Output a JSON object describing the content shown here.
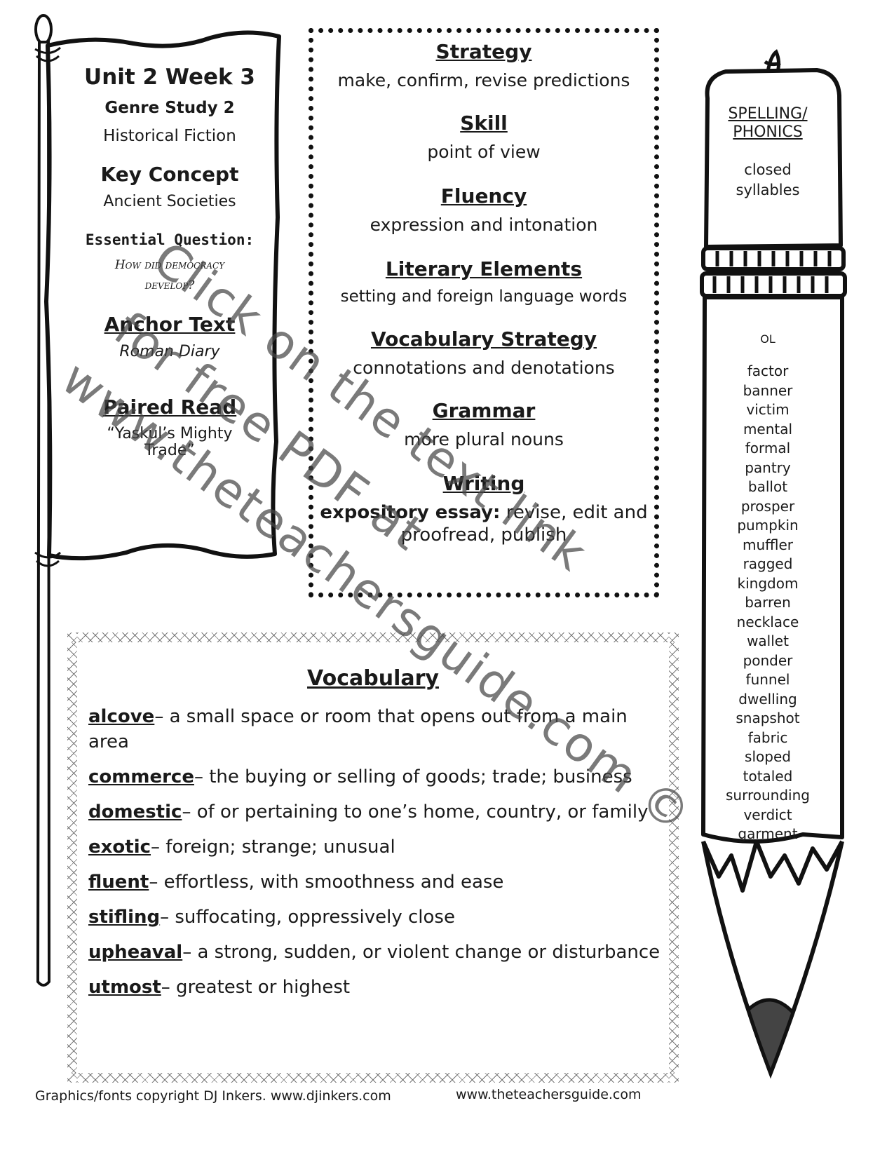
{
  "flag": {
    "unit": "Unit 2 Week 3",
    "genre_study": "Genre Study 2",
    "genre": "Historical Fiction",
    "key_concept_label": "Key Concept",
    "key_concept": "Ancient Societies",
    "essential_question_label": "Essential Question:",
    "essential_question_line1": "How did democracy",
    "essential_question_line2": "develop?",
    "anchor_text_label": "Anchor Text",
    "anchor_text": "Roman Diary",
    "paired_read_label": "Paired Read",
    "paired_read_line1": "“Yaskul’s Mighty",
    "paired_read_line2": "Trade”"
  },
  "skills": [
    {
      "heading": "Strategy",
      "text": "make, confirm, revise predictions"
    },
    {
      "heading": "Skill",
      "text": "point of view"
    },
    {
      "heading": "Fluency",
      "text": "expression and intonation"
    },
    {
      "heading": "Literary Elements",
      "text": "setting and foreign language words"
    },
    {
      "heading": "Vocabulary Strategy",
      "text": "connotations and denotations"
    },
    {
      "heading": "Grammar",
      "text": "more plural nouns"
    }
  ],
  "writing": {
    "heading": "Writing",
    "lead": "expository essay:",
    "line1_rest": " revise, edit and",
    "line2": "proofread, publish"
  },
  "vocabulary": {
    "title": "Vocabulary",
    "items": [
      {
        "word": "alcove",
        "definition": "– a small space or room that opens out from a main area"
      },
      {
        "word": "commerce",
        "definition": "– the buying or selling of goods; trade; business"
      },
      {
        "word": "domestic",
        "definition": "– of or pertaining to one’s home, country, or family"
      },
      {
        "word": "exotic",
        "definition": "– foreign; strange; unusual"
      },
      {
        "word": "fluent",
        "definition": "– effortless, with smoothness and ease"
      },
      {
        "word": "stifling",
        "definition": "– suffocating, oppressively close"
      },
      {
        "word": "upheaval",
        "definition": "– a strong, sudden, or violent change or disturbance"
      },
      {
        "word": "utmost",
        "definition": "– greatest or highest"
      }
    ]
  },
  "spelling": {
    "heading_line1": "SPELLING/",
    "heading_line2": "PHONICS",
    "focus_line1": "closed",
    "focus_line2": "syllables",
    "level": "OL",
    "words": [
      "factor",
      "banner",
      "victim",
      "mental",
      "formal",
      "pantry",
      "ballot",
      "prosper",
      "pumpkin",
      "muffler",
      "ragged",
      "kingdom",
      "barren",
      "necklace",
      "wallet",
      "ponder",
      "funnel",
      "dwelling",
      "snapshot",
      "fabric",
      "sloped",
      "totaled",
      "surrounding",
      "verdict",
      "garment"
    ]
  },
  "watermark": {
    "line1": "Click on the text link",
    "line2": "for free PDF at",
    "line3": "www.theteachersguide.com ©"
  },
  "footer": {
    "left": "Graphics/fonts copyright DJ Inkers. www.djinkers.com",
    "right": "www.theteachersguide.com"
  }
}
